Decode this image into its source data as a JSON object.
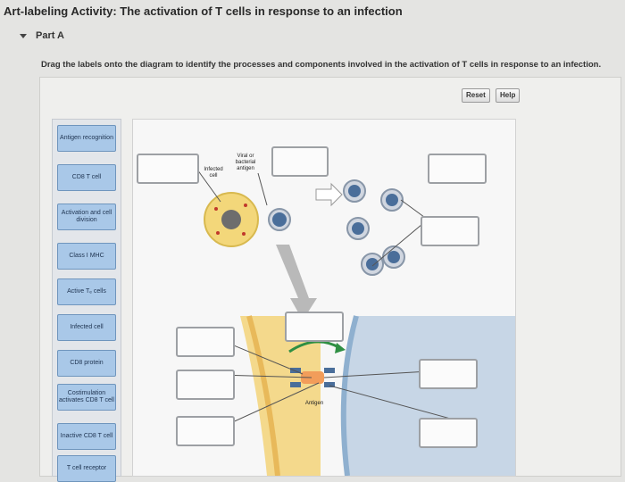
{
  "header": {
    "title": "Art-labeling Activity: The activation of T cells in response to an infection",
    "part": "Part A"
  },
  "instruction": "Drag the labels onto the diagram to identify the processes and components involved in the activation of T cells in response to an infection.",
  "toolbar": {
    "reset_label": "Reset",
    "help_label": "Help"
  },
  "label_bank": [
    "Antigen recognition",
    "CD8 T cell",
    "Activation and cell division",
    "Class I MHC",
    "Active Tₑ cells",
    "Infected cell",
    "CD8 protein",
    "Costimulation activates CD8 T cell",
    "Inactive CD8 T cell",
    "T cell receptor"
  ],
  "diagram": {
    "infected_cell_label": "Infected cell",
    "antigen_top_label": "Viral or bacterial antigen",
    "antigen_bottom_label": "Antigen"
  },
  "colors": {
    "label_chip": "#a9c8e8",
    "cell_yellow": "#f3d77a",
    "t_cell_blue": "#4a6e9a",
    "arrow_green": "#2f8f43"
  }
}
